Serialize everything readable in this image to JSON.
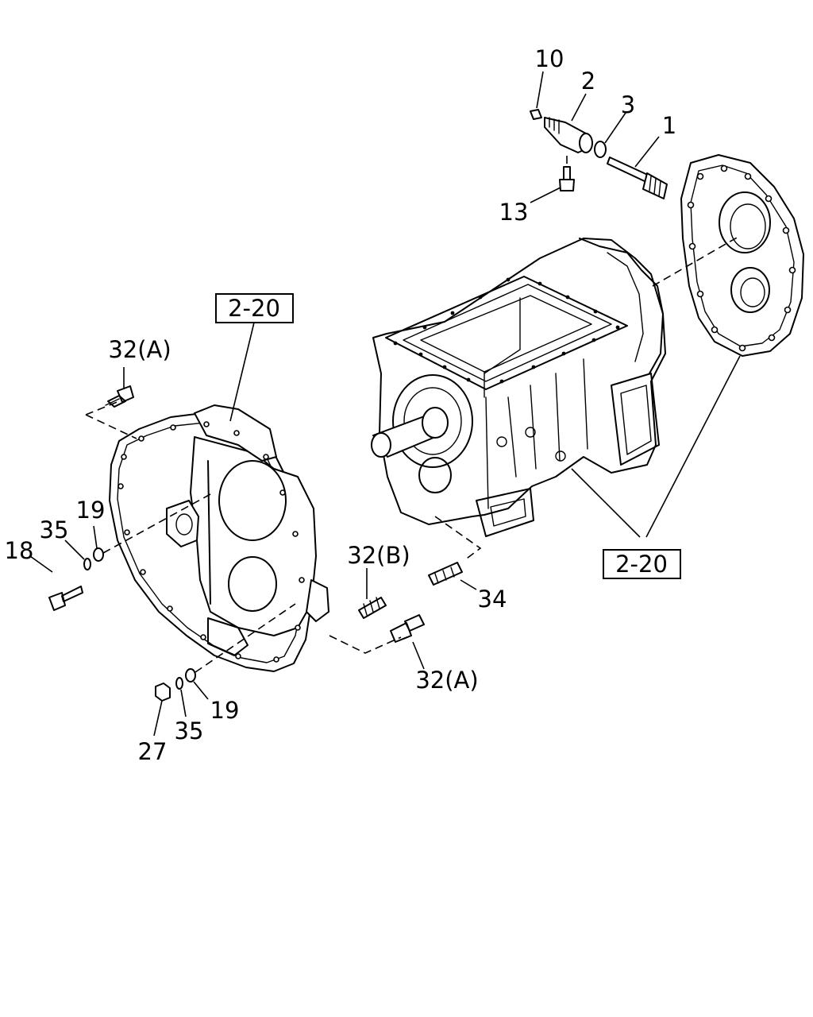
{
  "callouts": {
    "c1": "1",
    "c2": "2",
    "c3": "3",
    "c10": "10",
    "c13": "13",
    "c18": "18",
    "c19a": "19",
    "c19b": "19",
    "c27": "27",
    "c32a_top": "32(A)",
    "c32a_bottom": "32(A)",
    "c32b": "32(B)",
    "c34": "34",
    "c35a": "35",
    "c35b": "35"
  },
  "references": {
    "ref_left": "2-20",
    "ref_right": "2-20"
  }
}
